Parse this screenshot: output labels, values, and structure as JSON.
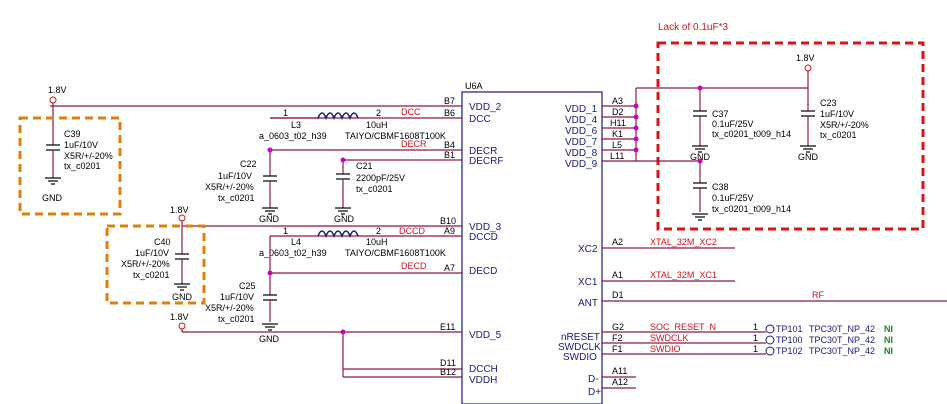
{
  "annotation": {
    "lack_label": "Lack of 0.1uF*3"
  },
  "chip": {
    "ref": "U6A"
  },
  "rails": {
    "v18_a": "1.8V",
    "v18_b": "1.8V",
    "v18_c": "1.8V",
    "v18_d": "1.8V"
  },
  "gnd": "GND",
  "left_pins": [
    {
      "num": "B7",
      "name": "VDD_2"
    },
    {
      "num": "B6",
      "name": "DCC"
    },
    {
      "num": "B4",
      "name": "DECR"
    },
    {
      "num": "B1",
      "name": "DECRF"
    },
    {
      "num": "B10",
      "name": "VDD_3"
    },
    {
      "num": "A9",
      "name": "DCCD"
    },
    {
      "num": "A7",
      "name": "DECD"
    },
    {
      "num": "E11",
      "name": "VDD_5"
    },
    {
      "num": "D11",
      "name": "DCCH"
    },
    {
      "num": "B12",
      "name": "VDDH"
    }
  ],
  "right_pins": [
    {
      "num": "A3",
      "name": "VDD_1"
    },
    {
      "num": "D2",
      "name": "VDD_4"
    },
    {
      "num": "H11",
      "name": "VDD_6"
    },
    {
      "num": "K1",
      "name": "VDD_7"
    },
    {
      "num": "L5",
      "name": "VDD_8"
    },
    {
      "num": "L11",
      "name": "VDD_9"
    },
    {
      "num": "A2",
      "name": "XC2"
    },
    {
      "num": "A1",
      "name": "XC1"
    },
    {
      "num": "D1",
      "name": "ANT"
    },
    {
      "num": "G2",
      "name": "nRESET"
    },
    {
      "num": "F2",
      "name": "SWDCLK"
    },
    {
      "num": "F1",
      "name": "SWDIO"
    },
    {
      "num": "A11",
      "name": "D-"
    },
    {
      "num": "A12",
      "name": "D+"
    }
  ],
  "nets": {
    "dcc": "DCC",
    "decr": "DECR",
    "dccd": "DCCD",
    "decd": "DECD",
    "xtal2": "XTAL_32M_XC2",
    "xtal1": "XTAL_32M_XC1",
    "rf": "RF",
    "soc_reset": "SOC_RESET_N",
    "swdclk": "SWDCLK",
    "swdio": "SWDIO"
  },
  "inductors": {
    "L3": {
      "ref": "L3",
      "value": "10uH",
      "part": "TAIYO/CBMF1608T100K",
      "footprint": "a_0603_t02_h39",
      "p1": "1",
      "p2": "2"
    },
    "L4": {
      "ref": "L4",
      "value": "10uH",
      "part": "TAIYO/CBMF1608T100K",
      "footprint": "a_0603_t02_h39",
      "p1": "1",
      "p2": "2"
    }
  },
  "caps": {
    "C39": {
      "ref": "C39",
      "v1": "1uF/10V",
      "v2": "X5R/+/-20%",
      "v3": "tx_c0201"
    },
    "C22": {
      "ref": "C22",
      "v1": "1uF/10V",
      "v2": "X5R/+/-20%",
      "v3": "tx_c0201"
    },
    "C21": {
      "ref": "C21",
      "v1": "2200pF/25V",
      "v2": "tx_c0201"
    },
    "C40": {
      "ref": "C40",
      "v1": "1uF/10V",
      "v2": "X5R/+/-20%",
      "v3": "tx_c0201"
    },
    "C25": {
      "ref": "C25",
      "v1": "1uF/10V",
      "v2": "X5R/+/-20%",
      "v3": "tx_c0201"
    },
    "C37": {
      "ref": "C37",
      "v1": "0.1uF/25V",
      "v2": "tx_c0201_t009_h14"
    },
    "C23": {
      "ref": "C23",
      "v1": "1uF/10V",
      "v2": "X5R/+/-20%",
      "v3": "tx_c0201"
    },
    "C38": {
      "ref": "C38",
      "v1": "0.1uF/25V",
      "v2": "tx_c0201_t009_h14"
    }
  },
  "testpoints": [
    {
      "ref": "TP101",
      "part": "TPC30T_NP_42",
      "pin": "1",
      "flag": "NI"
    },
    {
      "ref": "TP100",
      "part": "TPC30T_NP_42",
      "pin": "1",
      "flag": "NI"
    },
    {
      "ref": "TP102",
      "part": "TPC30T_NP_42",
      "pin": "1",
      "flag": "NI"
    }
  ],
  "colors": {
    "wire": "#8b1a4a",
    "net_label": "#d0101a",
    "highlight_box": "#e07f10",
    "alert_box": "#e0101a",
    "junction": "#cc00cc",
    "ni_flag": "#1a8a1a"
  }
}
